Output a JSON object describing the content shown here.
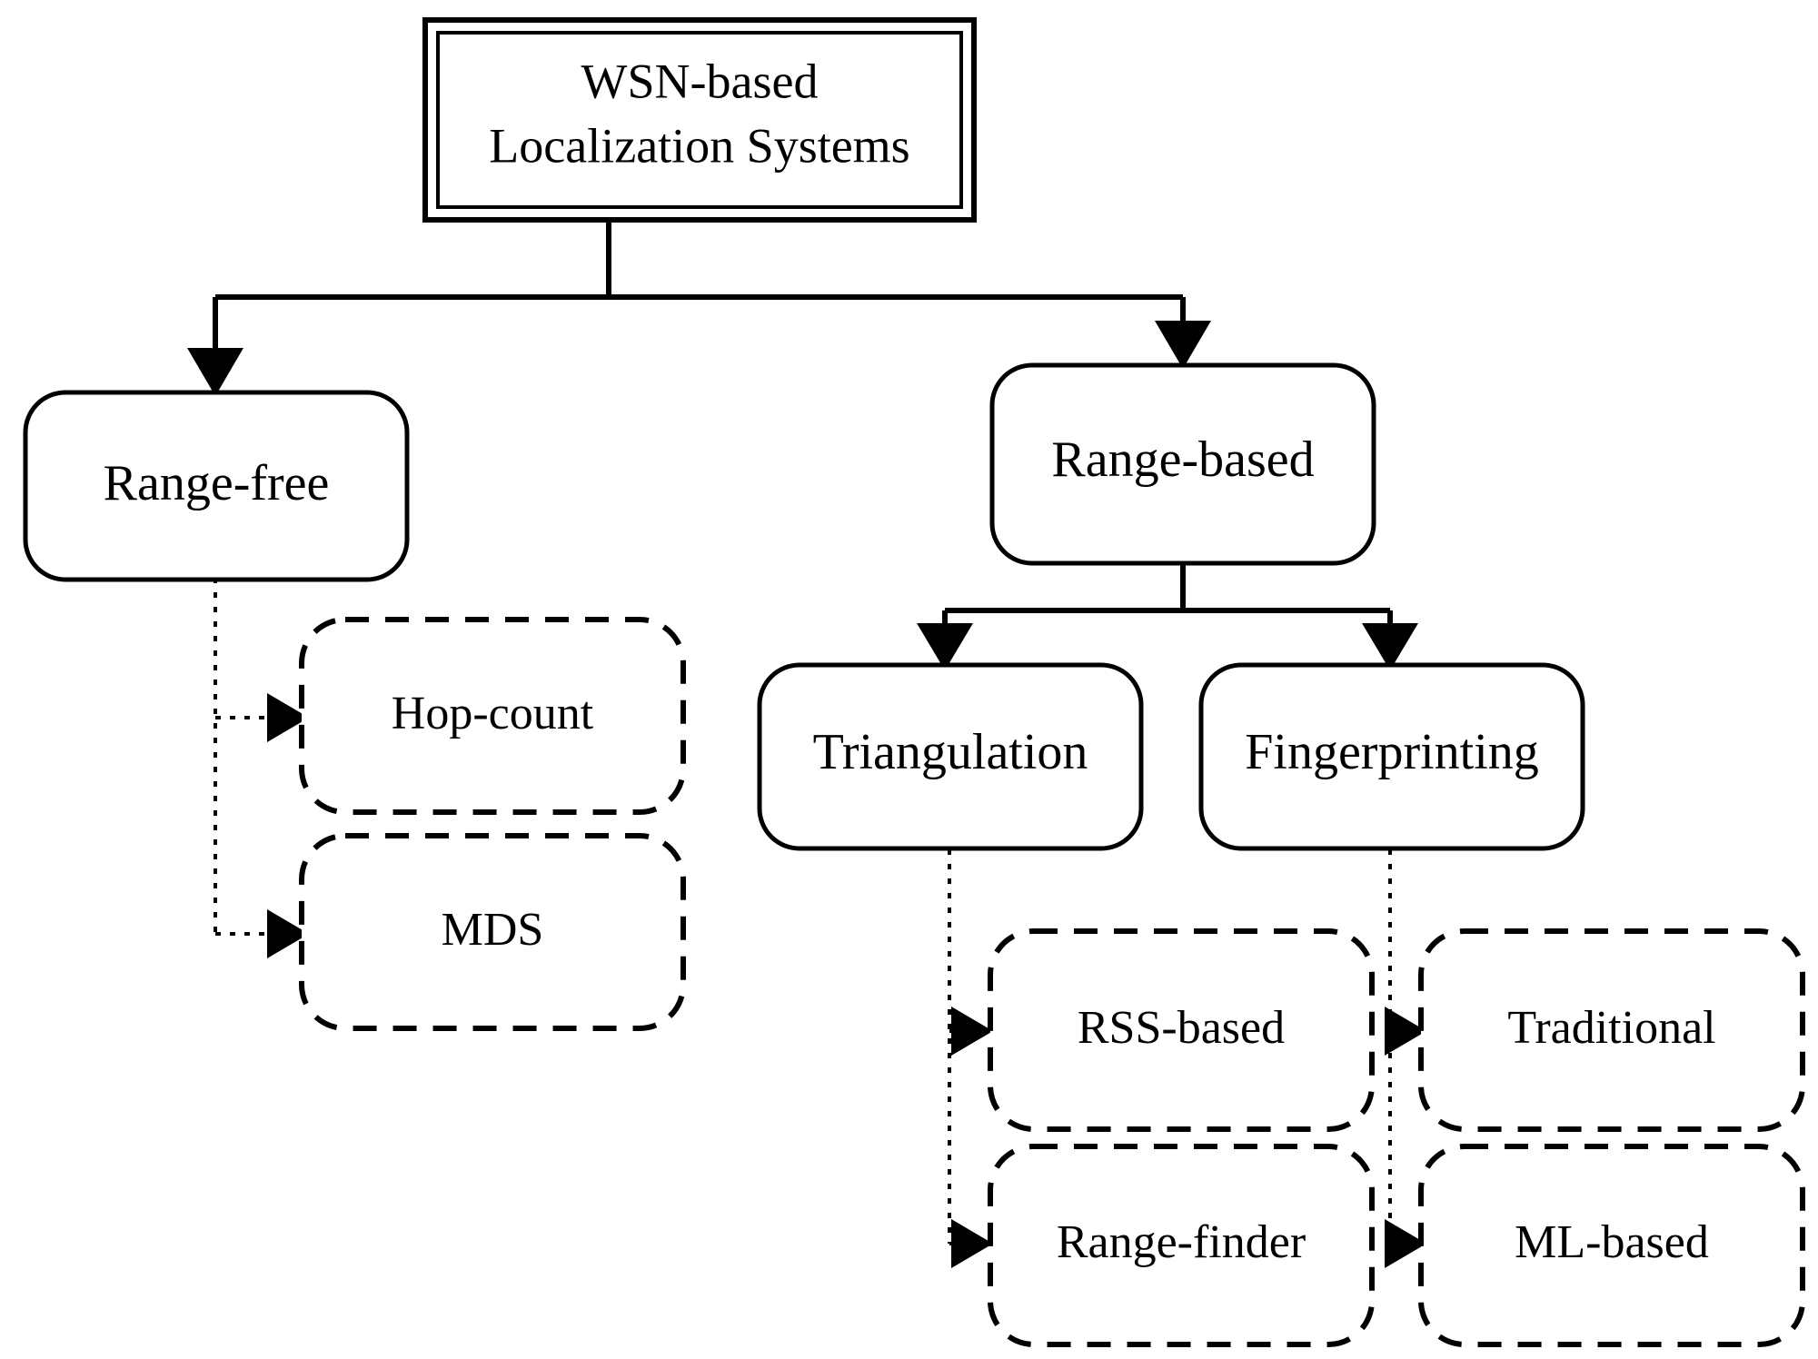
{
  "diagram": {
    "title_node": {
      "label_line1": "WSN-based",
      "label_line2": "Localization Systems"
    },
    "level1": [
      {
        "id": "range-free",
        "label": "Range-free"
      },
      {
        "id": "range-based",
        "label": "Range-based"
      }
    ],
    "level2": [
      {
        "id": "triangulation",
        "label": "Triangulation"
      },
      {
        "id": "fingerprinting",
        "label": "Fingerprinting"
      }
    ],
    "leaves": {
      "range_free": [
        {
          "id": "hop-count",
          "label": "Hop-count"
        },
        {
          "id": "mds",
          "label": "MDS"
        }
      ],
      "triangulation": [
        {
          "id": "rss-based",
          "label": "RSS-based"
        },
        {
          "id": "range-finder",
          "label": "Range-finder"
        }
      ],
      "fingerprinting": [
        {
          "id": "traditional",
          "label": "Traditional"
        },
        {
          "id": "ml-based",
          "label": "ML-based"
        }
      ]
    },
    "style": {
      "line_color": "#000000",
      "box_fill": "#ffffff",
      "background": "#ffffff"
    }
  }
}
